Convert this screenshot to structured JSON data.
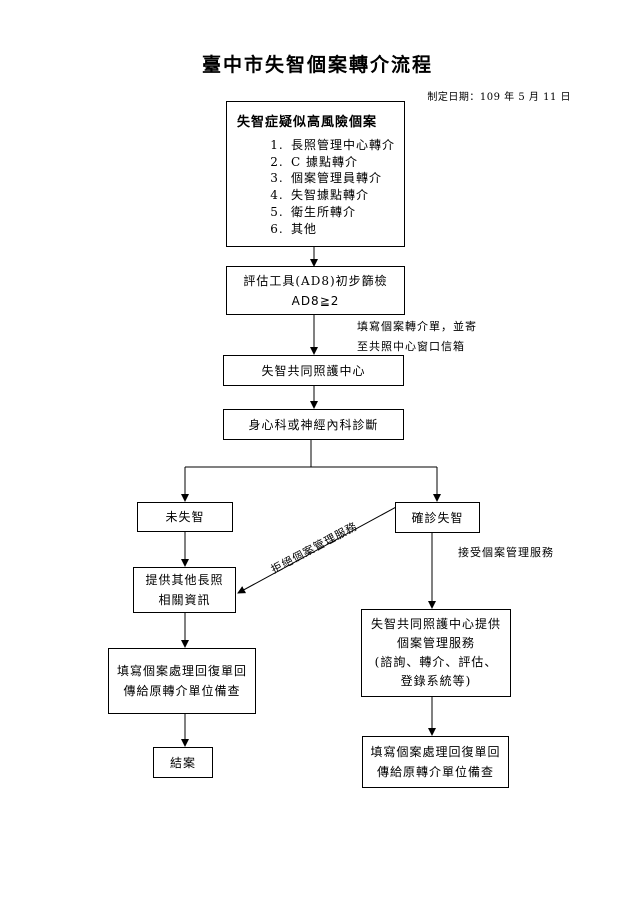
{
  "title": "臺中市失智個案轉介流程",
  "date": "制定日期：109 年 5 月 11 日",
  "source_box": {
    "heading": "失智症疑似高風險個案",
    "items": [
      {
        "num": "1.",
        "label": "長照管理中心轉介"
      },
      {
        "num": "2.",
        "label": "C 據點轉介"
      },
      {
        "num": "3.",
        "label": "個案管理員轉介"
      },
      {
        "num": "4.",
        "label": "失智據點轉介"
      },
      {
        "num": "5.",
        "label": "衛生所轉介"
      },
      {
        "num": "6.",
        "label": "其他"
      }
    ]
  },
  "screening": {
    "line1": "評估工具(AD8)初步篩檢",
    "line2": "AD8≧2"
  },
  "referral_note": {
    "line1": "填寫個案轉介單，並寄",
    "line2": "至共照中心窗口信箱"
  },
  "care_center": "失智共同照護中心",
  "diagnosis": "身心科或神經內科診斷",
  "not_dementia": "未失智",
  "confirmed": "確診失智",
  "reject_label": "拒絕個案管理服務",
  "accept_label": "接受個案管理服務",
  "other_info": {
    "line1": "提供其他長照",
    "line2": "相關資訊"
  },
  "left_reply": {
    "line1": "填寫個案處理回復單回",
    "line2": "傳給原轉介單位備查"
  },
  "close_case": "結案",
  "case_mgmt": {
    "line1": "失智共同照護中心提供",
    "line2": "個案管理服務",
    "line3": "(諮詢、轉介、評估、",
    "line4": "登錄系統等)"
  },
  "right_reply": {
    "line1": "填寫個案處理回復單回",
    "line2": "傳給原轉介單位備查"
  }
}
